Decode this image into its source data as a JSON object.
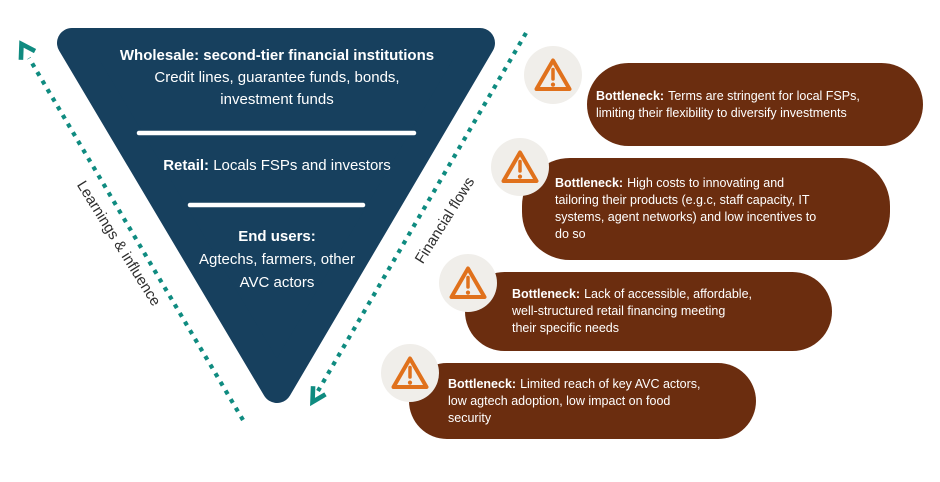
{
  "colors": {
    "navy": "#17405E",
    "teal": "#0F8B80",
    "brown": "#6B2D0F",
    "orange": "#E0711C",
    "badge": "#F0EEEA",
    "ink": "#2E2E2E"
  },
  "funnel": {
    "tiers": [
      {
        "heading": "Wholesale: second-tier financial institutions",
        "body": "Credit lines, guarantee funds, bonds, investment funds"
      },
      {
        "heading": "Retail:",
        "body": "Locals FSPs and investors"
      },
      {
        "heading": "End users:",
        "body": "Agtechs, farmers, other AVC actors"
      }
    ]
  },
  "arrows": {
    "left_label": "Learnings & influence",
    "right_label": "Financial flows"
  },
  "bottlenecks": [
    {
      "icon": "warning-triangle-icon",
      "label": "Bottleneck:",
      "lines": [
        "Terms are stringent for local FSPs,",
        "limiting their flexibility to diversify investments"
      ]
    },
    {
      "icon": "warning-triangle-icon",
      "label": "Bottleneck:",
      "lines": [
        "High costs to innovating and",
        "tailoring their products (e.g.c, staff capacity, IT",
        "systems, agent networks) and low incentives to",
        "do so"
      ]
    },
    {
      "icon": "warning-triangle-icon",
      "label": "Bottleneck:",
      "lines": [
        "Lack of accessible, affordable,",
        "well-structured retail financing meeting",
        "their specific needs"
      ]
    },
    {
      "icon": "warning-triangle-icon",
      "label": "Bottleneck:",
      "lines": [
        "Limited reach of key AVC actors,",
        "low agtech adoption, low impact on food",
        "security"
      ]
    }
  ]
}
